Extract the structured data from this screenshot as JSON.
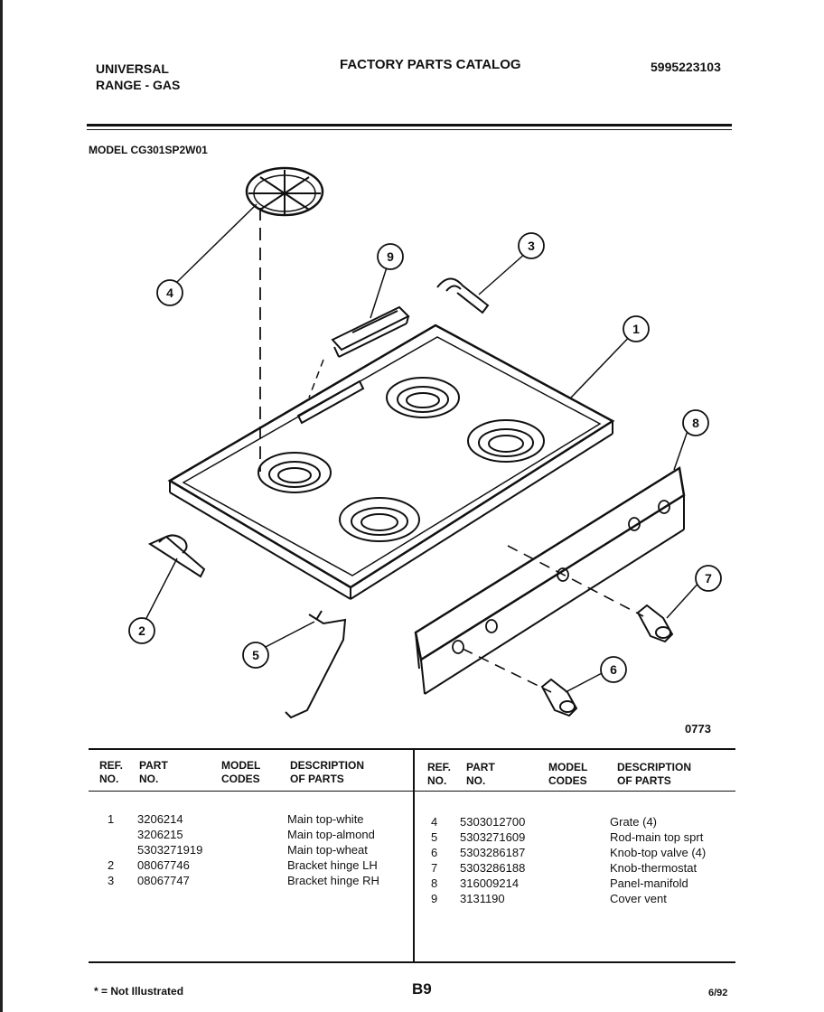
{
  "header": {
    "brand_line1": "UNIVERSAL",
    "brand_line2": "RANGE - GAS",
    "catalog_title": "FACTORY PARTS CATALOG",
    "catalog_number": "5995223103",
    "model": "MODEL CG301SP2W01"
  },
  "diagram": {
    "drawing_number": "0773",
    "callouts": [
      "1",
      "2",
      "3",
      "4",
      "5",
      "6",
      "7",
      "8",
      "9"
    ]
  },
  "table": {
    "headers": {
      "ref_line1": "REF.",
      "ref_line2": "NO.",
      "part_line1": "PART",
      "part_line2": "NO.",
      "model_line1": "MODEL",
      "model_line2": "CODES",
      "desc_line1": "DESCRIPTION",
      "desc_line2": "OF PARTS"
    },
    "left_rows": [
      {
        "ref": "1",
        "part": "3206214",
        "model": "",
        "desc": "Main top-white"
      },
      {
        "ref": "",
        "part": "3206215",
        "model": "",
        "desc": "Main top-almond"
      },
      {
        "ref": "",
        "part": "5303271919",
        "model": "",
        "desc": "Main top-wheat"
      },
      {
        "ref": "2",
        "part": "08067746",
        "model": "",
        "desc": "Bracket hinge LH"
      },
      {
        "ref": "3",
        "part": "08067747",
        "model": "",
        "desc": "Bracket hinge RH"
      }
    ],
    "right_rows": [
      {
        "ref": "4",
        "part": "5303012700",
        "model": "",
        "desc": "Grate (4)"
      },
      {
        "ref": "5",
        "part": "5303271609",
        "model": "",
        "desc": "Rod-main top sprt"
      },
      {
        "ref": "6",
        "part": "5303286187",
        "model": "",
        "desc": "Knob-top valve (4)"
      },
      {
        "ref": "7",
        "part": "5303286188",
        "model": "",
        "desc": "Knob-thermostat"
      },
      {
        "ref": "8",
        "part": "316009214",
        "model": "",
        "desc": "Panel-manifold"
      },
      {
        "ref": "9",
        "part": "3131190",
        "model": "",
        "desc": "Cover vent"
      }
    ]
  },
  "footer": {
    "not_illustrated": "* = Not Illustrated",
    "page": "B9",
    "date": "6/92"
  }
}
